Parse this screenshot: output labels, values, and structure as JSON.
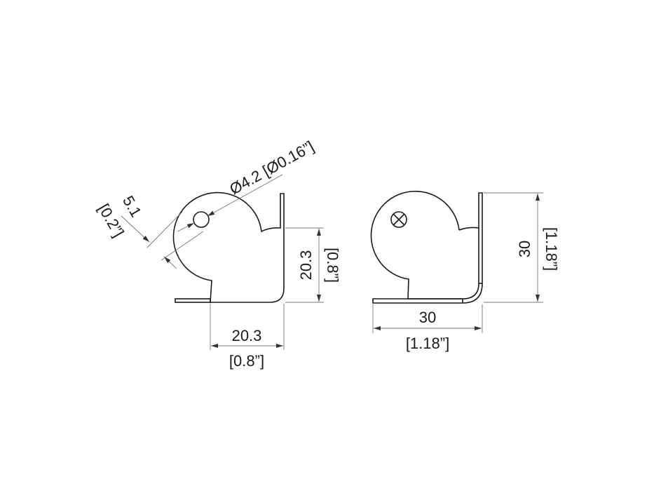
{
  "left_view": {
    "hole_dia": "Ø4.2 [Ø0.16”]",
    "offset_mm": "5.1",
    "offset_in": "[0.2”]",
    "height_mm": "20.3",
    "height_in": "[0.8”]",
    "width_mm": "20.3",
    "width_in": "[0.8”]"
  },
  "right_view": {
    "height_mm": "30",
    "height_in": "[1.18”]",
    "width_mm": "30",
    "width_in": "[1.18”]"
  }
}
